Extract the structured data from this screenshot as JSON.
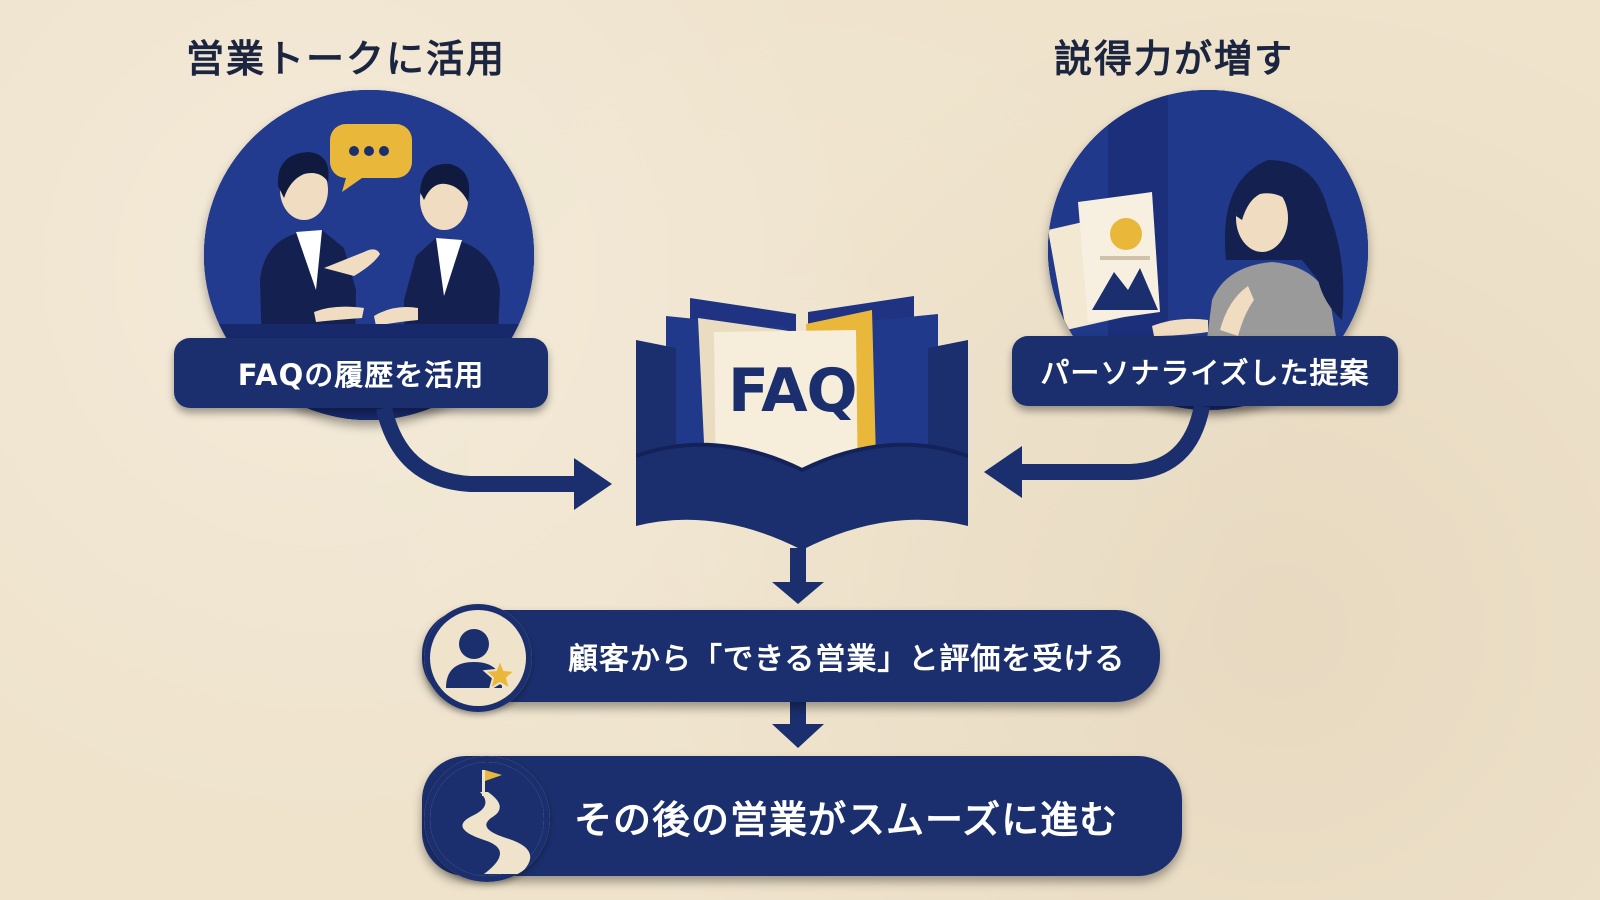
{
  "headings": {
    "left": "営業トークに活用",
    "right": "説得力が増す"
  },
  "labels": {
    "left": "FAQの履歴を活用",
    "right": "パーソナライズした提案"
  },
  "center": {
    "book_title": "FAQ"
  },
  "results": [
    {
      "text": "顧客から「できる営業」と評価を受ける",
      "icon": "customer-star-icon"
    },
    {
      "text": "その後の営業がスムーズに進む",
      "icon": "winding-path-flag-icon"
    }
  ],
  "colors": {
    "navy": "#1b2f6e",
    "royal_blue": "#21398a",
    "accent_yellow": "#e9b83a",
    "paper": "#efe3cc",
    "text_dark": "#1c2540"
  }
}
